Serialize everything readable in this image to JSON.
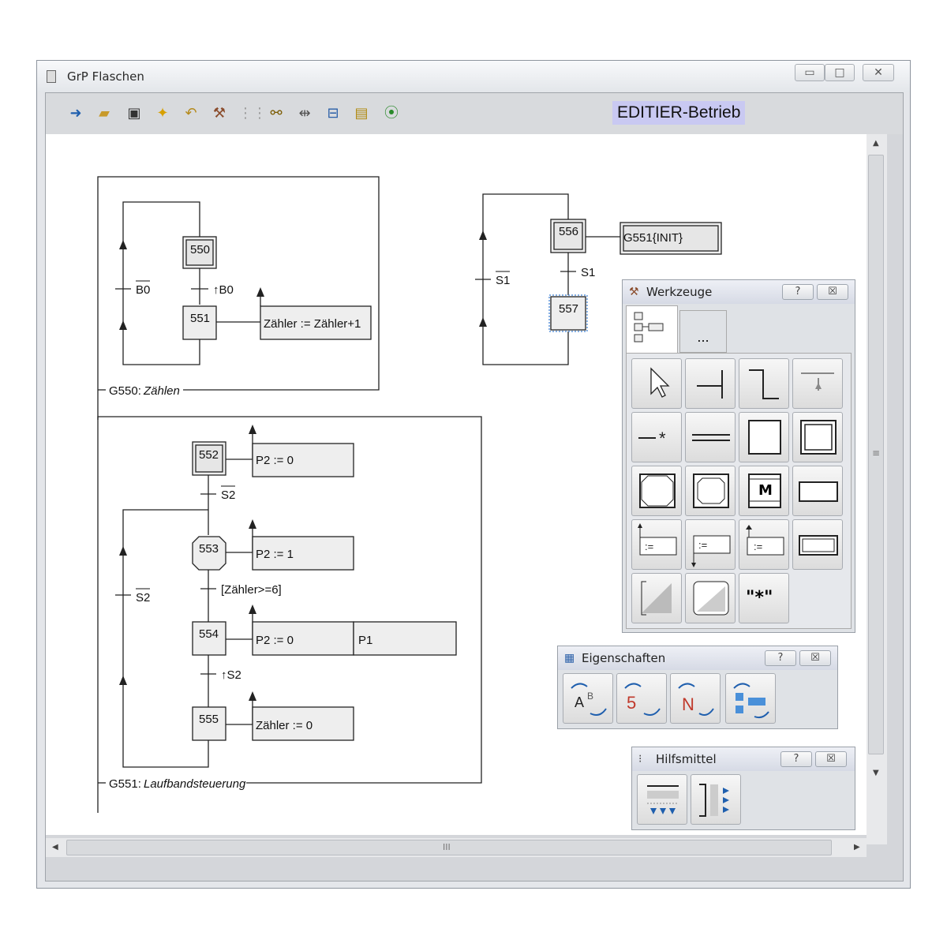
{
  "window": {
    "title": "GrP Flaschen"
  },
  "toolbar": {
    "mode_label": "EDITIER-Betrieb",
    "icons": [
      "exit-icon",
      "open-folder-icon",
      "save-icon",
      "new-icon",
      "undo-icon",
      "tool-icon",
      "grid-icon",
      "find-icon",
      "align-icon",
      "tree-icon",
      "counter-icon",
      "traffic-light-icon"
    ]
  },
  "diagram": {
    "g550": {
      "caption_id": "G550:",
      "caption_name": "Zählen",
      "steps": [
        "550",
        "551"
      ],
      "transitions": [
        "B0",
        "↑B0"
      ],
      "action": "Zähler := Zähler+1"
    },
    "g551_main": {
      "steps": [
        "556",
        "557"
      ],
      "action_init": "G551{INIT}",
      "transitions": [
        "S1",
        "S1"
      ]
    },
    "g551": {
      "caption_id": "G551:",
      "caption_name": "Laufbandsteuerung",
      "steps": [
        "552",
        "553",
        "554",
        "555"
      ],
      "actions": [
        "P2 := 0",
        "P2 := 1",
        "P2 := 0",
        "P1",
        "Zähler := 0"
      ],
      "transitions": [
        "S2",
        "[Zähler>=6]",
        "↑S2",
        "S2"
      ]
    }
  },
  "palettes": {
    "werkzeuge": {
      "title": "Werkzeuge",
      "help": "?",
      "close": "☒",
      "tab2": "...",
      "text_tool": "\"*\"",
      "macro_tool": "M"
    },
    "eigenschaften": {
      "title": "Eigenschaften",
      "help": "?",
      "close": "☒"
    },
    "hilfsmittel": {
      "title": "Hilfsmittel",
      "help": "?",
      "close": "☒"
    }
  },
  "scrollbars": {
    "h_grip": "III",
    "v_grip": "≡"
  }
}
